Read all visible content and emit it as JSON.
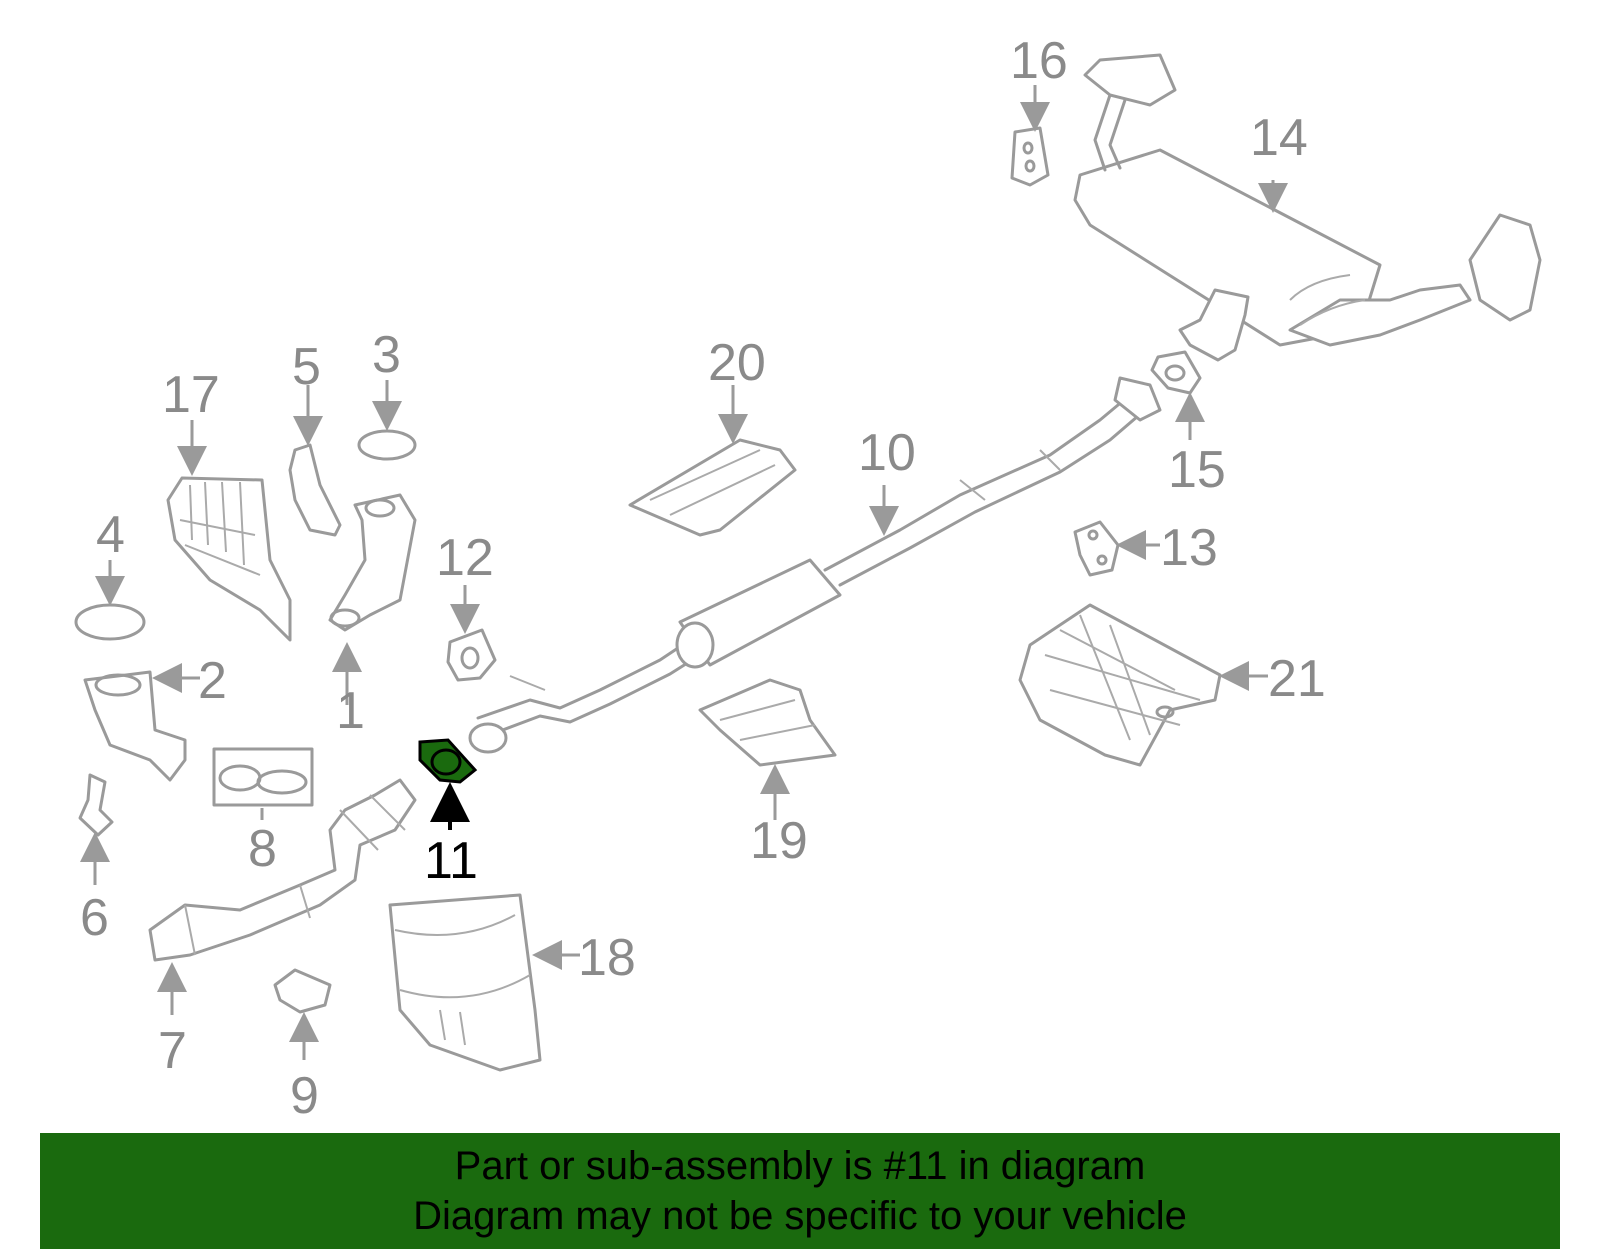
{
  "diagram": {
    "highlight_color": "#1a6a0e",
    "part_color": "#9a9a9a",
    "highlighted_part": "11",
    "labels": {
      "p1": "1",
      "p2": "2",
      "p3": "3",
      "p4": "4",
      "p5": "5",
      "p6": "6",
      "p7": "7",
      "p8": "8",
      "p9": "9",
      "p10": "10",
      "p11": "11",
      "p12": "12",
      "p13": "13",
      "p14": "14",
      "p15": "15",
      "p16": "16",
      "p17": "17",
      "p18": "18",
      "p19": "19",
      "p20": "20",
      "p21": "21"
    }
  },
  "banner": {
    "line1": "Part or sub-assembly is #11 in diagram",
    "line2": "Diagram may not be specific to your vehicle",
    "color": "#1a6a0e"
  }
}
